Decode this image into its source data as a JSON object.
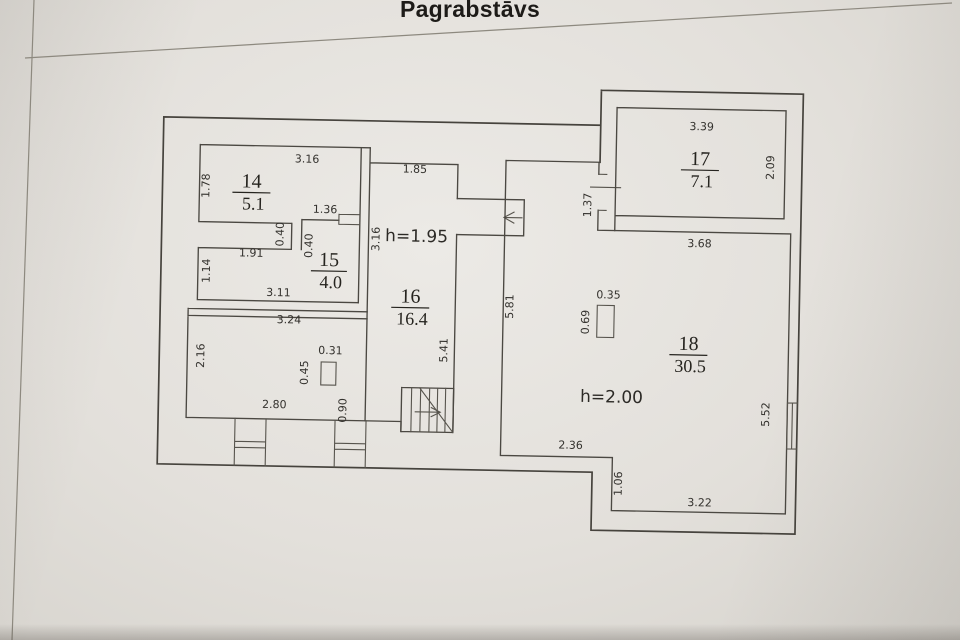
{
  "page": {
    "title": "Pagrabstāvs",
    "paper_color": "#e3e0db",
    "line_color": "#46433d",
    "text_color": "#26241f"
  },
  "rooms": [
    {
      "id": "room-14",
      "number": "14",
      "area": "5.1"
    },
    {
      "id": "room-15",
      "number": "15",
      "area": "4.0"
    },
    {
      "id": "room-16",
      "number": "16",
      "area": "16.4",
      "height": "h=1.95"
    },
    {
      "id": "room-17",
      "number": "17",
      "area": "7.1"
    },
    {
      "id": "room-18",
      "number": "18",
      "area": "30.5",
      "height": "h=2.00"
    }
  ],
  "dims": {
    "r14_top": "3.16",
    "r14_left": "1.78",
    "r14_door": "1.36",
    "r14_jog_a": "0.40",
    "r14_jog_b": "0.40",
    "r15_top": "1.91",
    "r15_left": "1.14",
    "r15_bottom": "3.11",
    "util_top": "3.24",
    "util_left": "2.16",
    "pillar1_w": "0.31",
    "pillar1_h": "0.45",
    "util_bottom": "2.80",
    "well_w": "0.90",
    "r16_top": "1.85",
    "r16_left": "3.16",
    "r16_right": "5.41",
    "corridor_left": "5.81",
    "r17_door": "1.37",
    "r17_top": "3.39",
    "r17_right": "2.09",
    "r18_top": "3.68",
    "pillar2_w": "0.35",
    "pillar2_h": "0.69",
    "r18_right": "5.52",
    "r18_step_a": "2.36",
    "r18_step_b": "1.06",
    "r18_bottom": "3.22"
  }
}
